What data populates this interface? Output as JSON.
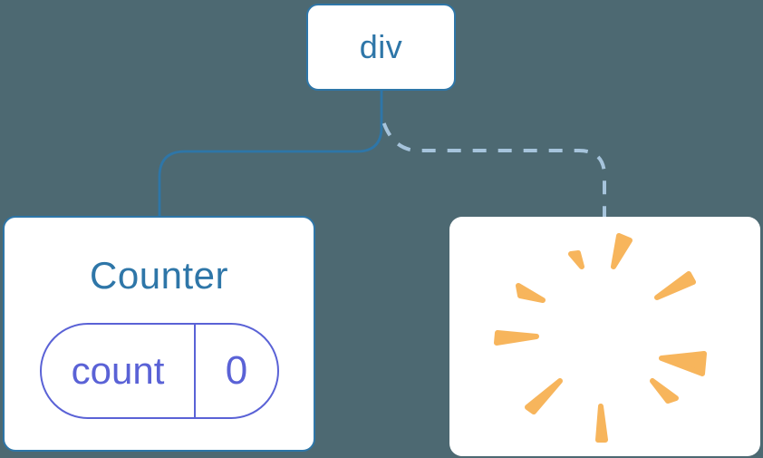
{
  "diagram": {
    "description": "component-tree-state-diagram",
    "root_node": {
      "label": "div"
    },
    "state_node": {
      "title": "Counter",
      "state_key": "count",
      "state_value": "0"
    },
    "removed_node": {
      "icon": "poof-sparkle"
    },
    "connectors": {
      "left": "solid",
      "right": "dashed"
    },
    "colors": {
      "background": "#4D6972",
      "card": "#FFFFFF",
      "node_border": "#2E76A8",
      "node_text": "#2E76A8",
      "solid_connector": "#2E76A8",
      "dashed_connector": "#A6C4DC",
      "state_pill": "#5A62D6",
      "poof": "#F7B55C"
    }
  }
}
